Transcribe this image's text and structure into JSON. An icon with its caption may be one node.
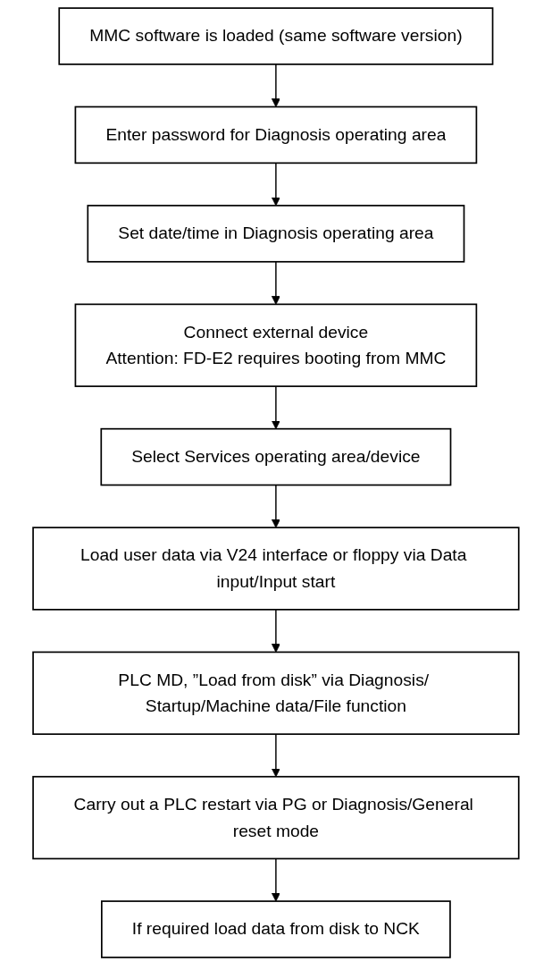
{
  "diagram": {
    "nodes": [
      {
        "text": [
          "MMC software is loaded (same software version)"
        ]
      },
      {
        "text": [
          "Enter password for Diagnosis operating area"
        ]
      },
      {
        "text": [
          "Set date/time in Diagnosis operating area"
        ]
      },
      {
        "text": [
          "Connect external device",
          "Attention: FD-E2 requires booting from MMC"
        ]
      },
      {
        "text": [
          "Select Services operating area/device"
        ]
      },
      {
        "text": [
          "Load user data via V24 interface or floppy via Data input/Input start"
        ]
      },
      {
        "text": [
          "PLC MD, ”Load from disk” via Diagnosis/ Startup/Machine data/File function"
        ]
      },
      {
        "text": [
          "Carry out a PLC restart via PG or Diagnosis/General reset mode"
        ]
      },
      {
        "text": [
          "If required load data from disk to NCK"
        ]
      }
    ],
    "edges": [
      {
        "from": 0,
        "to": 1,
        "arrow": "to"
      },
      {
        "from": 1,
        "to": 2,
        "arrow": "to"
      },
      {
        "from": 2,
        "to": 3,
        "arrow": "to"
      },
      {
        "from": 3,
        "to": 4,
        "arrow": "to"
      },
      {
        "from": 4,
        "to": 5,
        "arrow": "to"
      },
      {
        "from": 5,
        "to": 6,
        "arrow": "to"
      },
      {
        "from": 6,
        "to": 7,
        "arrow": "to"
      },
      {
        "from": 7,
        "to": 8,
        "arrow": "to"
      }
    ]
  }
}
